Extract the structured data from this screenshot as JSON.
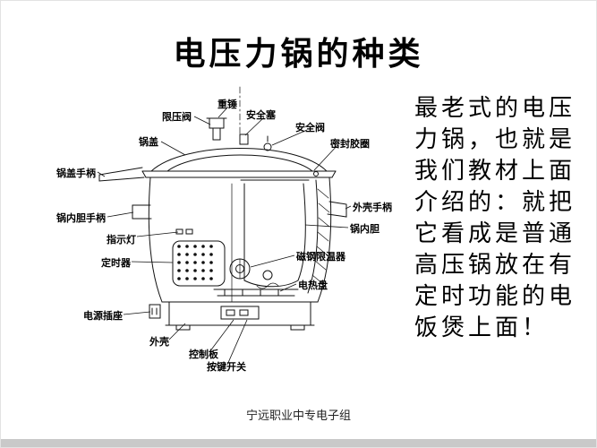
{
  "slide": {
    "title": "电压力锅的种类",
    "footer": "宁远职业中专电子组"
  },
  "description": {
    "text": "最老式的电压\n力锅，也就是\n我们教材上面\n介绍的：就把\n它看成是普通\n高压锅放在有\n定时功能的电\n饭煲上面！"
  },
  "diagram": {
    "labels": [
      {
        "id": "pressure-limiting-valve",
        "text": "限压阀"
      },
      {
        "id": "weight-hammer",
        "text": "重锤"
      },
      {
        "id": "safety-plug",
        "text": "安全塞"
      },
      {
        "id": "safety-valve",
        "text": "安全阀"
      },
      {
        "id": "sealing-ring",
        "text": "密封胶圈"
      },
      {
        "id": "lid",
        "text": "锅盖"
      },
      {
        "id": "lid-handle",
        "text": "锅盖手柄"
      },
      {
        "id": "shell-handle",
        "text": "外壳手柄"
      },
      {
        "id": "inner-pot-handle",
        "text": "锅内胆手柄"
      },
      {
        "id": "inner-pot",
        "text": "锅内胆"
      },
      {
        "id": "indicator-light",
        "text": "指示灯"
      },
      {
        "id": "magnetic-thermostat",
        "text": "磁钢限温器"
      },
      {
        "id": "timer",
        "text": "定时器"
      },
      {
        "id": "heating-plate",
        "text": "电热盘"
      },
      {
        "id": "power-socket",
        "text": "电源插座"
      },
      {
        "id": "outer-shell",
        "text": "外壳"
      },
      {
        "id": "control-board",
        "text": "控制板"
      },
      {
        "id": "push-button-switch",
        "text": "按键开关"
      }
    ]
  }
}
